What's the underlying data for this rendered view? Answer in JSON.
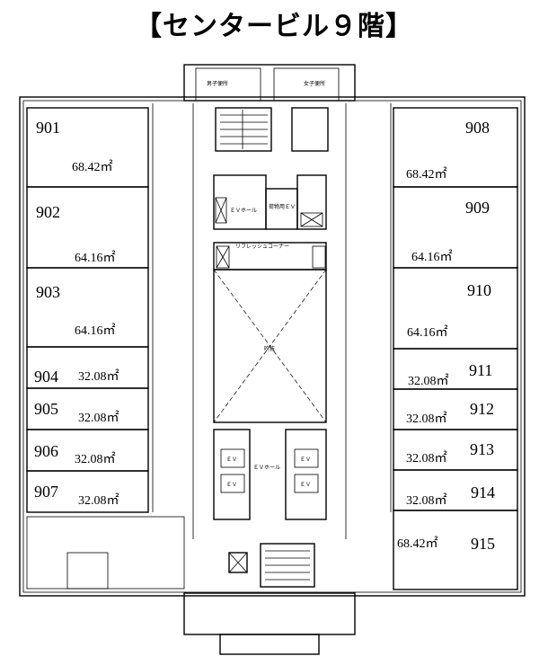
{
  "title": "【センタービル９階】",
  "labels": {
    "mens_toilet": "男子便所",
    "womens_toilet": "女子便所",
    "ev_hall_small": "ＥＶホール",
    "freight_ev": "荷物用ＥＶ",
    "refresh_corner": "リフレッシュコーナー",
    "void": "吹抜",
    "ev_hall": "ＥＶホール",
    "ev": "ＥＶ"
  },
  "rooms": [
    {
      "number": "901",
      "area": "68.42㎡"
    },
    {
      "number": "902",
      "area": "64.16㎡"
    },
    {
      "number": "903",
      "area": "64.16㎡"
    },
    {
      "number": "904",
      "area": "32.08㎡"
    },
    {
      "number": "905",
      "area": "32.08㎡"
    },
    {
      "number": "906",
      "area": "32.08㎡"
    },
    {
      "number": "907",
      "area": "32.08㎡"
    },
    {
      "number": "908",
      "area": "68.42㎡"
    },
    {
      "number": "909",
      "area": "64.16㎡"
    },
    {
      "number": "910",
      "area": "64.16㎡"
    },
    {
      "number": "911",
      "area": "32.08㎡"
    },
    {
      "number": "912",
      "area": "32.08㎡"
    },
    {
      "number": "913",
      "area": "32.08㎡"
    },
    {
      "number": "914",
      "area": "32.08㎡"
    },
    {
      "number": "915",
      "area": "68.42㎡"
    }
  ]
}
